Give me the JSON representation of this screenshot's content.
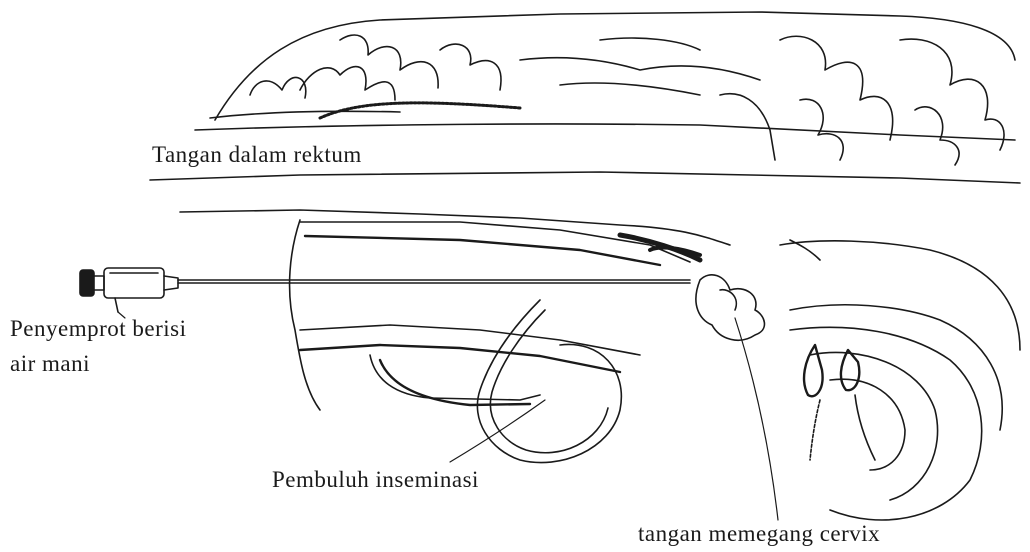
{
  "labels": {
    "rectum": "Tangan dalam rektum",
    "syringe_line1": "Penyemprot berisi",
    "syringe_line2": "air mani",
    "tube": "Pembuluh inseminasi",
    "cervix": "tangan memegang cervix"
  },
  "colors": {
    "ink": "#1a1a1a",
    "background": "#ffffff"
  }
}
